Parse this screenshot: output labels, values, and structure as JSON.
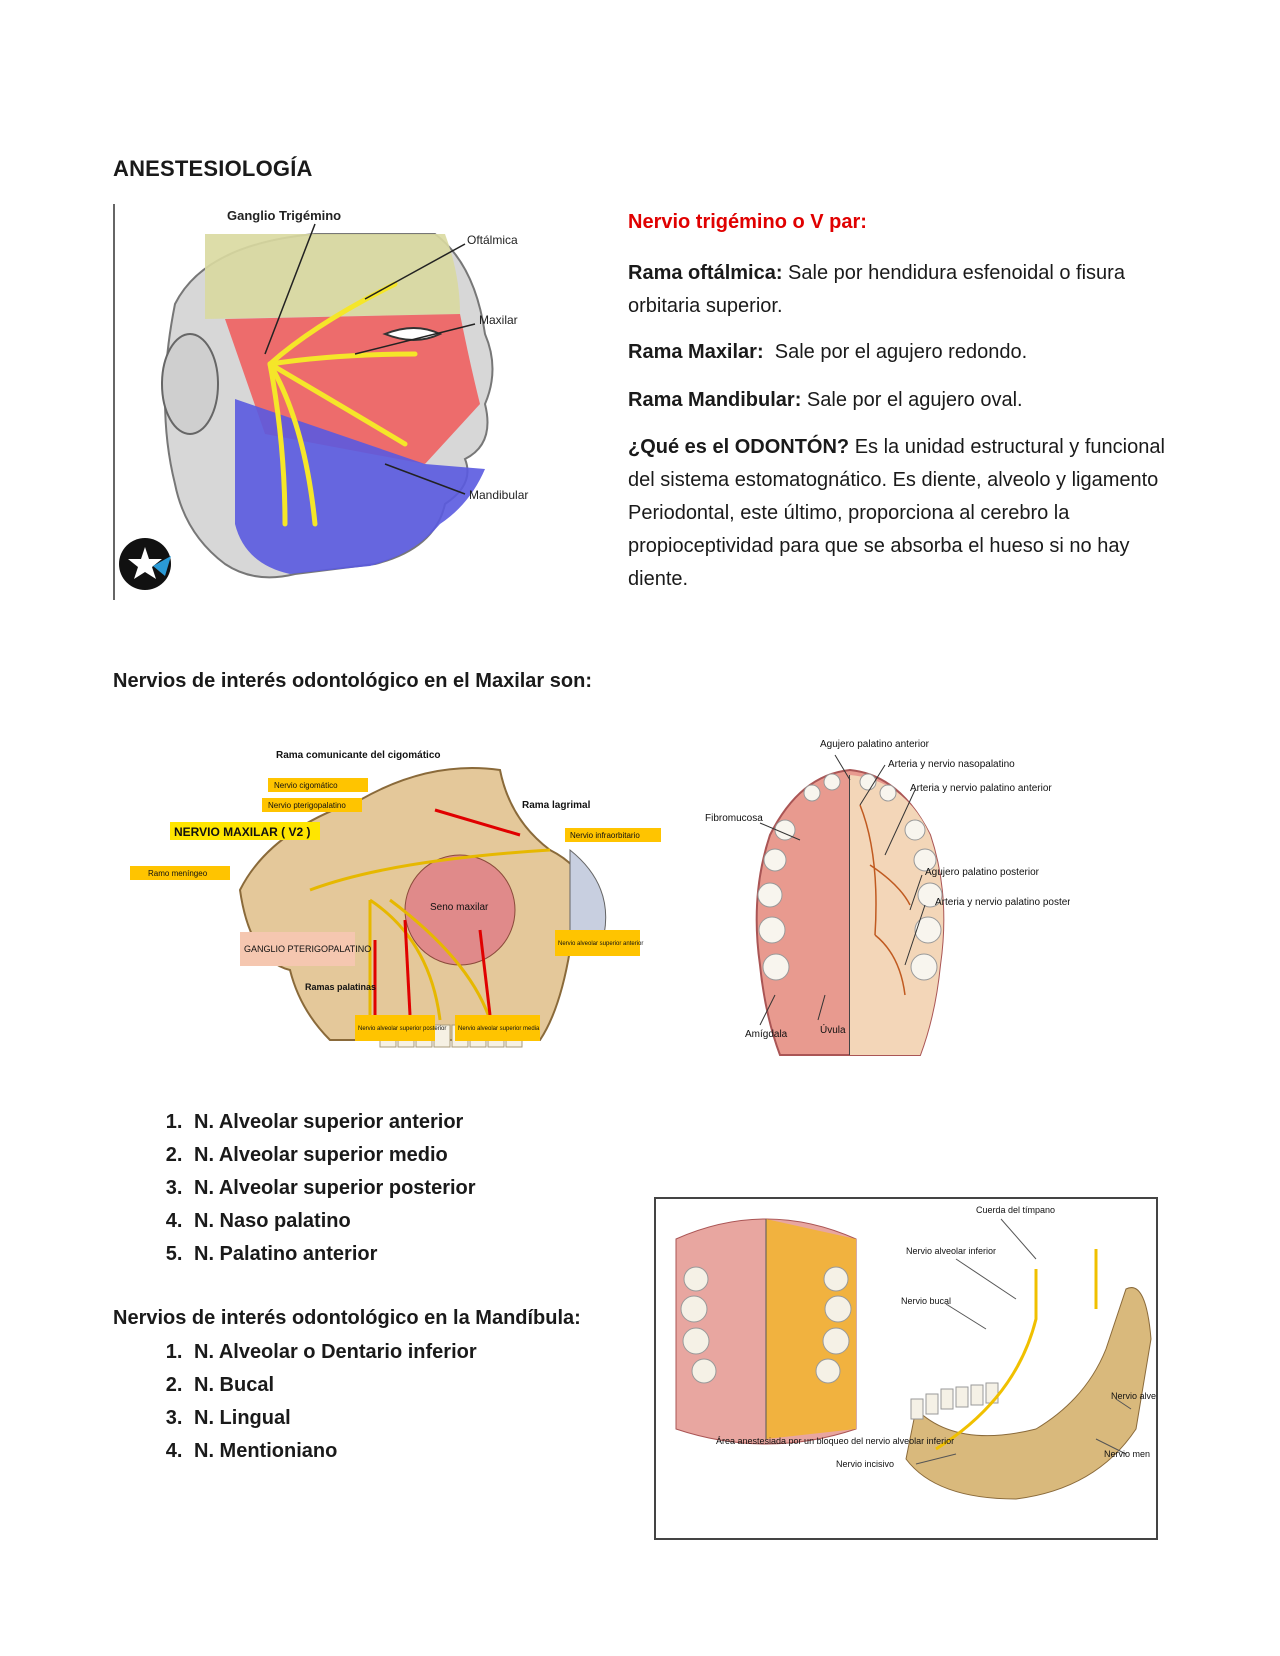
{
  "title": "ANESTESIOLOGÍA",
  "figure1": {
    "labels": {
      "ganglion": "Ganglio Trigémino",
      "ophthalmic": "Oftálmica",
      "maxillary": "Maxilar",
      "mandibular": "Mandibular"
    }
  },
  "trigeminal": {
    "heading": "Nervio trigémino o V par:",
    "branches": [
      {
        "label": "Rama oftálmica:",
        "text": " Sale por hendidura esfenoidal o fisura orbitaria superior."
      },
      {
        "label": "Rama Maxilar:",
        "text": "  Sale por el agujero redondo."
      },
      {
        "label": "Rama Mandibular:",
        "text": " Sale por el agujero oval."
      },
      {
        "label": "¿Qué es el ODONTÓN?",
        "text": " Es la unidad estructural y funcional del sistema estomatognático. Es diente, alveolo y ligamento Periodontal, este último, proporciona al cerebro la propioceptividad para que se absorba el hueso si no hay diente."
      }
    ]
  },
  "maxilar_section": {
    "heading": "Nervios de interés odontológico en el Maxilar son:",
    "items": [
      "N. Alveolar superior anterior",
      "N. Alveolar superior medio",
      "N. Alveolar superior posterior",
      "N. Naso palatino",
      "N. Palatino anterior"
    ]
  },
  "figure2": {
    "labels": {
      "rama_comunicante": "Rama comunicante del cigomático",
      "nervio_cigomatico": "Nervio cigomático",
      "nervio_pterigopalatino": "Nervio pterigopalatino",
      "nervio_maxilar": "NERVIO MAXILAR ( V2 )",
      "ramo_meningeo": "Ramo meníngeo",
      "rama_lagrimal": "Rama lagrimal",
      "nervio_infraorbitario": "Nervio infraorbitario",
      "seno_maxilar": "Seno maxilar",
      "ganglio": "GANGLIO PTERIGOPALATINO",
      "ramas_palatinas": "Ramas palatinas",
      "alveolar_anterior": "Nervio alveolar superior anterior",
      "alveolar_posterior": "Nervio alveolar superior posterior",
      "alveolar_media": "Nervio alveolar superior media"
    }
  },
  "figure3": {
    "labels": {
      "agujero_palatino_anterior": "Agujero palatino anterior",
      "arteria_nasopalatino": "Arteria y nervio nasopalatino",
      "fibromucosa": "Fibromucosa",
      "arteria_palatino_anterior": "Arteria y nervio palatino anterior",
      "agujero_palatino_posterior": "Agujero palatino posterior",
      "arteria_palatino_posterior": "Arteria y nervio palatino posterior",
      "amigdala": "Amígdala",
      "uvula": "Úvula"
    }
  },
  "mandibula_section": {
    "heading": "Nervios de interés odontológico en la Mandíbula:",
    "items": [
      "N. Alveolar o Dentario inferior",
      "N. Bucal",
      "N. Lingual",
      "N. Mentioniano"
    ]
  },
  "figure4": {
    "labels": {
      "cuerda_timpano": "Cuerda del tímpano",
      "alveolar_inferior": "Nervio alveolar inferior",
      "nervio_bucal": "Nervio bucal",
      "area_anestesiada": "Área anestesiada por un bloqueo del nervio alveolar inferior",
      "nervio_incisivo": "Nervio incisivo",
      "nervio_alveolar_right": "Nervio alveola",
      "nervio_men": "Nervio men"
    }
  }
}
